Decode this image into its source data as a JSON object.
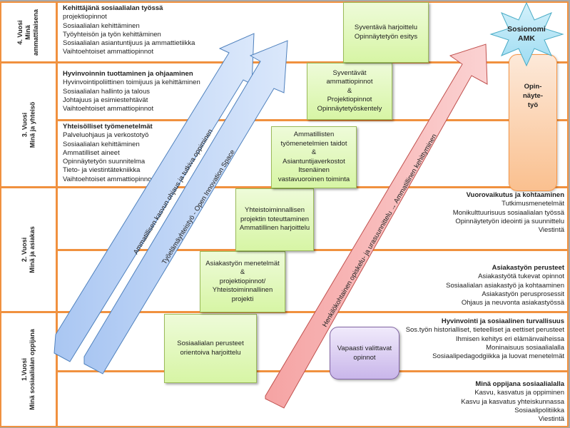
{
  "years": [
    {
      "id": "year4",
      "title": "4. Vuosi",
      "subtitle": "Minä ammattilaisena",
      "subtitle_lines": [
        "Minä",
        "ammattilaisena"
      ]
    },
    {
      "id": "year3",
      "title": "3. Vuosi",
      "subtitle": "Minä ja yhteisö"
    },
    {
      "id": "year2",
      "title": "2. Vuosi",
      "subtitle": "Minä ja asiakas"
    },
    {
      "id": "year1",
      "title": "1.Vuosi",
      "subtitle": "Minä sosiaalialan oppijana"
    }
  ],
  "courses": {
    "y4": {
      "heading": "Kehittäjänä sosiaalialan  työssä",
      "items": [
        "projektiopinnot",
        "Sosiaalialan kehittäminen",
        "Työyhteisön ja työn kehittäminen",
        "Sosiaalialan asiantuntijuus ja ammattietiikka",
        "Vaihtoehtoiset ammattiopinnot"
      ]
    },
    "y3a": {
      "heading": "Hyvinvoinnin  tuottaminen ja ohjaaminen",
      "items": [
        "Hyvinvointipoliittinen toimijuus ja kehittäminen",
        "Sosiaalialan hallinto ja talous",
        "Johtajuus ja esimiestehtävät",
        "Vaihtoehtoiset ammattiopinnot"
      ]
    },
    "y3b": {
      "heading": "Yhteisölliset työmenetelmät",
      "items": [
        "Palveluohjaus ja verkostotyö",
        "Sosiaalialan kehittäminen",
        "Ammatilliset aineet",
        "Opinnäytetyön suunnitelma",
        "Tieto- ja viestintätekniikka",
        "Vaihtoehtoiset ammattiopinnot"
      ]
    },
    "y2a": {
      "heading": "Vuorovaikutus  ja kohtaaminen",
      "items": [
        "Tutkimusmenetelmät",
        "Monikulttuurisuus sosiaalialan työssä",
        "Opinnäytetyön ideointi ja suunnittelu",
        "Viestintä"
      ]
    },
    "y2b": {
      "heading": "Asiakastyön  perusteet",
      "items": [
        "Asiakastyötä tukevat opinnot",
        "Sosiaalialan asiakastyö ja kohtaaminen",
        "Asiakastyön perusprosessit",
        "Ohjaus ja neuvonta asiakastyössä"
      ]
    },
    "y1a": {
      "heading": "Hyvinvointi  ja sosiaalinen  turvallisuus",
      "items": [
        "Sos.työn historialliset, tieteelliset ja eettiset perusteet",
        "Ihmisen kehitys eri elämänvaiheissa",
        "Moninaisuus sosiaalialalla",
        "Sosiaalipedagodgiikka ja luovat menetelmät"
      ]
    },
    "y1b": {
      "heading": "Minä  oppijana  sosiaalialalla",
      "items": [
        "Kasvu, kasvatus ja oppiminen",
        "Kasvu ja kasvatus yhteiskunnassa",
        "Sosiaalipolitiikka",
        "Viestintä"
      ]
    }
  },
  "green_boxes": [
    {
      "id": "g1",
      "lines": [
        "Sosiaalialan perusteet",
        "orientoiva harjoittelu"
      ]
    },
    {
      "id": "g2",
      "lines": [
        "Asiakastyön menetelmät",
        "&",
        "projektiopinnot/",
        "Yhteistoiminnallinen",
        "projekti"
      ]
    },
    {
      "id": "g3",
      "lines": [
        "Yhteistoiminnallisen",
        "projektin toteuttaminen",
        "Ammatillinen harjoittelu"
      ]
    },
    {
      "id": "g4",
      "lines": [
        "Ammatillisten",
        "työmenetelmien  taidot",
        "&",
        "Asiantuntijaverkostot",
        "Itsenäinen",
        "vastavuoroinen toiminta"
      ]
    },
    {
      "id": "g5",
      "lines": [
        "Syventävät",
        "ammattiopinnot",
        "&",
        "Projektiopinnot",
        "Opinnäytetyöskentely"
      ]
    },
    {
      "id": "g6",
      "lines": [
        "Syventävä harjoittelu",
        "Opinnäytetyön esitys"
      ]
    }
  ],
  "elective_box": {
    "lines": [
      "Vapaasti valittavat",
      "opinnot"
    ]
  },
  "thesis_box": {
    "lines": [
      "Opin-",
      "näyte-",
      "työ"
    ]
  },
  "goal_star": {
    "lines": [
      "Sosionomi",
      "AMK"
    ]
  },
  "arrows": {
    "blue1": "Ammatillisen kasvun ohjaus ja tutkiva oppiminen",
    "blue2": "Työelämäyhteistyö  - Open Innovation Space",
    "red": "Henkilökohtainen opiskelu- ja urasuunnittelu → Ammatillinen  kehittyminen"
  },
  "colors": {
    "grid": "#f0913f",
    "blue_arrow": "#c6d9f8",
    "blue_arrow_border": "#4f81bd",
    "red_arrow": "#f9b9b9",
    "red_arrow_border": "#c0504d",
    "star": "#b6e6f7",
    "green_box": "#d7f5a5",
    "purple_box": "#c9b6ea",
    "orange_box": "#fac08f"
  }
}
